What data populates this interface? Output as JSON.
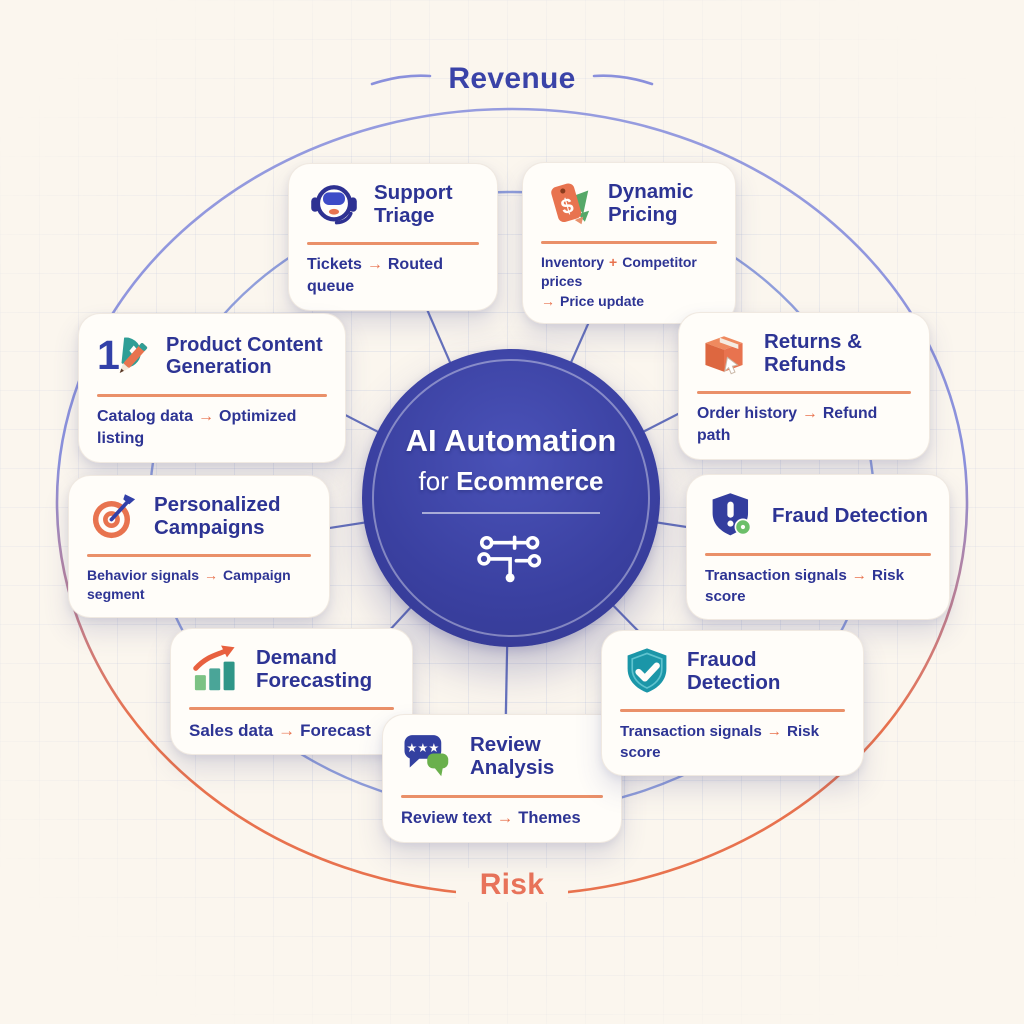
{
  "colors": {
    "page_bg": "#fbf6ee",
    "card_bg": "#fffdf9",
    "ink": "#2d3494",
    "accent": "#e8724e",
    "hub_bg": "#3c42a4",
    "ring_outer_top": "#8a90dc",
    "ring_outer_bottom": "#e8724e",
    "ring_inner": "#7688d6",
    "spoke": "#4d5cb5",
    "revenue": "#3a43a8",
    "risk": "#e8735a"
  },
  "axes": {
    "top_label": "Revenue",
    "bottom_label": "Risk"
  },
  "hub": {
    "title_line1": "AI Automation",
    "title_line2_prefix": "for",
    "title_line2_bold": "Ecommerce",
    "icon": "circuit-icon"
  },
  "cards": [
    {
      "id": "support-triage",
      "title": "Support Triage",
      "icon": "headset-icon",
      "flow": [
        {
          "text": "Tickets",
          "bold": true
        },
        {
          "text": "→",
          "accent": true
        },
        {
          "text": "Routed queue"
        }
      ]
    },
    {
      "id": "dynamic-pricing",
      "title": "Dynamic Pricing",
      "icon": "price-tag-icon",
      "flow": [
        {
          "text": "Inventory"
        },
        {
          "text": "+",
          "accent": true
        },
        {
          "text": "Competitor prices"
        },
        {
          "text": "→",
          "accent": true,
          "br": true
        },
        {
          "text": "Price update"
        }
      ]
    },
    {
      "id": "product-content",
      "title": "Product Content Generation",
      "icon": "pencil-content-icon",
      "flow": [
        {
          "text": "Catalog data"
        },
        {
          "text": "→",
          "accent": true
        },
        {
          "text": "Optimized listing"
        }
      ]
    },
    {
      "id": "returns-refunds",
      "title": "Returns & Refunds",
      "icon": "package-icon",
      "flow": [
        {
          "text": "Order history"
        },
        {
          "text": "→",
          "accent": true
        },
        {
          "text": "Refund path",
          "bold": true
        }
      ]
    },
    {
      "id": "personalized-campaigns",
      "title": "Personalized Campaigns",
      "icon": "target-icon",
      "flow": [
        {
          "text": "Behavior signals"
        },
        {
          "text": "→",
          "accent": true
        },
        {
          "text": "Campaign segment"
        }
      ]
    },
    {
      "id": "fraud-detection-right",
      "title": "Fraud Detection",
      "icon": "shield-alert-icon",
      "flow": [
        {
          "text": "Transaction signals"
        },
        {
          "text": "→",
          "accent": true
        },
        {
          "text": "Risk score",
          "bold": true
        }
      ]
    },
    {
      "id": "demand-forecasting",
      "title": "Demand Forecasting",
      "icon": "bar-chart-icon",
      "flow": [
        {
          "text": "Sales data"
        },
        {
          "text": "→",
          "accent": true
        },
        {
          "text": "Forecast"
        }
      ]
    },
    {
      "id": "review-analysis",
      "title": "Review Analysis",
      "icon": "review-bubbles-icon",
      "flow": [
        {
          "text": "Review text"
        },
        {
          "text": "→",
          "accent": true
        },
        {
          "text": "Themes"
        }
      ]
    },
    {
      "id": "fraud-detection-bottom",
      "title": "Frauod Detection",
      "icon": "shield-check-icon",
      "flow": [
        {
          "text": "Transaction signals"
        },
        {
          "text": "→",
          "accent": true
        },
        {
          "text": "Risk score",
          "bold": true
        }
      ]
    }
  ]
}
